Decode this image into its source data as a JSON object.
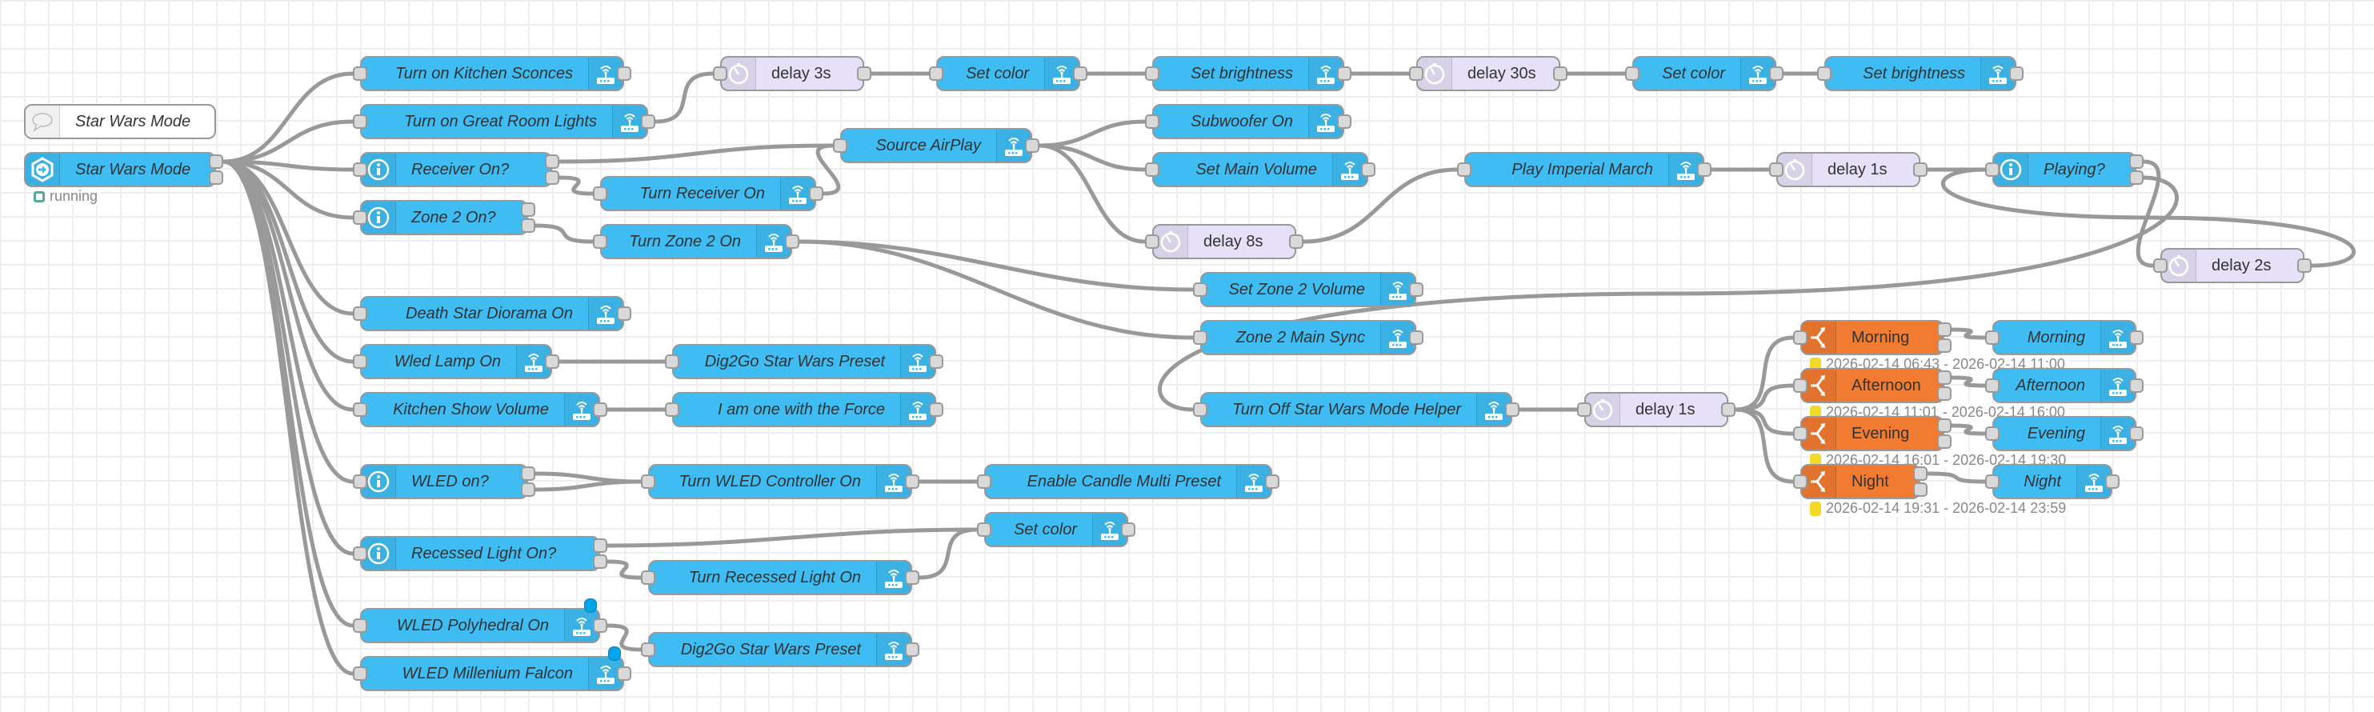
{
  "flow": {
    "colors": {
      "service_node": "#3fbcf2",
      "delay_node": "#e6e0f8",
      "switch_node": "#f07b31",
      "wire": "#999999",
      "status_running": "#5a9",
      "status_time": "#f3d92a",
      "changed_badge": "#00a7e8"
    },
    "nodes": [
      {
        "id": "comment",
        "type": "comment",
        "label": "Star Wars Mode",
        "icon": "comment-icon"
      },
      {
        "id": "entry",
        "type": "entry",
        "label": "Star Wars Mode",
        "icon": "entry-hexagon-icon",
        "outputs": 2,
        "status": {
          "shape": "ring",
          "color": "green",
          "text": "running"
        }
      },
      {
        "id": "kitchen_sconces",
        "type": "service",
        "label": "Turn on Kitchen Sconces",
        "icon": "router-icon"
      },
      {
        "id": "great_room",
        "type": "service",
        "label": "Turn on Great Room Lights",
        "icon": "router-icon"
      },
      {
        "id": "delay3",
        "type": "delay",
        "label": "delay 3s",
        "icon": "timer-icon"
      },
      {
        "id": "setcolor1",
        "type": "service",
        "label": "Set color",
        "icon": "router-icon"
      },
      {
        "id": "setbright1",
        "type": "service",
        "label": "Set brightness",
        "icon": "router-icon"
      },
      {
        "id": "delay30",
        "type": "delay",
        "label": "delay 30s",
        "icon": "timer-icon"
      },
      {
        "id": "setcolor2",
        "type": "service",
        "label": "Set color",
        "icon": "router-icon"
      },
      {
        "id": "setbright2",
        "type": "service",
        "label": "Set brightness",
        "icon": "router-icon"
      },
      {
        "id": "receiver_on",
        "type": "state",
        "label": "Receiver On?",
        "icon": "info-icon",
        "outputs": 2
      },
      {
        "id": "turn_receiver_on",
        "type": "service",
        "label": "Turn Receiver On",
        "icon": "router-icon"
      },
      {
        "id": "source_airplay",
        "type": "service",
        "label": "Source AirPlay",
        "icon": "router-icon"
      },
      {
        "id": "subwoofer",
        "type": "service",
        "label": "Subwoofer On",
        "icon": "router-icon"
      },
      {
        "id": "main_volume",
        "type": "service",
        "label": "Set Main Volume",
        "icon": "router-icon"
      },
      {
        "id": "delay8",
        "type": "delay",
        "label": "delay 8s",
        "icon": "timer-icon"
      },
      {
        "id": "imperial",
        "type": "service",
        "label": "Play Imperial March",
        "icon": "router-icon"
      },
      {
        "id": "delay1a",
        "type": "delay",
        "label": "delay 1s",
        "icon": "timer-icon"
      },
      {
        "id": "playing",
        "type": "state",
        "label": "Playing?",
        "icon": "info-icon",
        "outputs": 2
      },
      {
        "id": "delay2",
        "type": "delay",
        "label": "delay 2s",
        "icon": "timer-icon"
      },
      {
        "id": "zone2_on",
        "type": "state",
        "label": "Zone 2 On?",
        "icon": "info-icon",
        "outputs": 2
      },
      {
        "id": "turn_zone2",
        "type": "service",
        "label": "Turn Zone 2 On",
        "icon": "router-icon"
      },
      {
        "id": "zone2_volume",
        "type": "service",
        "label": "Set Zone 2 Volume",
        "icon": "router-icon"
      },
      {
        "id": "zone2_sync",
        "type": "service",
        "label": "Zone 2 Main Sync",
        "icon": "router-icon"
      },
      {
        "id": "death_star",
        "type": "service",
        "label": "Death Star Diorama On",
        "icon": "router-icon"
      },
      {
        "id": "wled_lamp",
        "type": "service",
        "label": "Wled Lamp On",
        "icon": "router-icon"
      },
      {
        "id": "dig2go1",
        "type": "service",
        "label": "Dig2Go Star Wars Preset",
        "icon": "router-icon"
      },
      {
        "id": "kitchen_show",
        "type": "service",
        "label": "Kitchen Show Volume",
        "icon": "router-icon"
      },
      {
        "id": "force",
        "type": "service",
        "label": "I am one with the Force",
        "icon": "router-icon"
      },
      {
        "id": "turn_off_helper",
        "type": "service",
        "label": "Turn Off Star Wars Mode Helper",
        "icon": "router-icon"
      },
      {
        "id": "delay1b",
        "type": "delay",
        "label": "delay 1s",
        "icon": "timer-icon"
      },
      {
        "id": "sw_morning",
        "type": "switch",
        "label": "Morning",
        "icon": "switch-icon",
        "outputs": 2,
        "status": {
          "shape": "dot",
          "color": "yellow",
          "text": "2026-02-14 06:43 - 2026-02-14 11:00"
        }
      },
      {
        "id": "sw_afternoon",
        "type": "switch",
        "label": "Afternoon",
        "icon": "switch-icon",
        "outputs": 2,
        "status": {
          "shape": "dot",
          "color": "yellow",
          "text": "2026-02-14 11:01 - 2026-02-14 16:00"
        }
      },
      {
        "id": "sw_evening",
        "type": "switch",
        "label": "Evening",
        "icon": "switch-icon",
        "outputs": 2,
        "status": {
          "shape": "dot",
          "color": "yellow",
          "text": "2026-02-14 16:01 - 2026-02-14 19:30"
        }
      },
      {
        "id": "sw_night",
        "type": "switch",
        "label": "Night",
        "icon": "switch-icon",
        "outputs": 2,
        "status": {
          "shape": "dot",
          "color": "yellow",
          "text": "2026-02-14 19:31 - 2026-02-14 23:59"
        }
      },
      {
        "id": "out_morning",
        "type": "service",
        "label": "Morning",
        "icon": "router-icon"
      },
      {
        "id": "out_afternoon",
        "type": "service",
        "label": "Afternoon",
        "icon": "router-icon"
      },
      {
        "id": "out_evening",
        "type": "service",
        "label": "Evening",
        "icon": "router-icon"
      },
      {
        "id": "out_night",
        "type": "service",
        "label": "Night",
        "icon": "router-icon"
      },
      {
        "id": "wled_on",
        "type": "state",
        "label": "WLED on?",
        "icon": "info-icon",
        "outputs": 2
      },
      {
        "id": "turn_wled_ctrl",
        "type": "service",
        "label": "Turn WLED Controller On",
        "icon": "router-icon"
      },
      {
        "id": "candle",
        "type": "service",
        "label": "Enable Candle Multi Preset",
        "icon": "router-icon"
      },
      {
        "id": "recessed_on",
        "type": "state",
        "label": "Recessed Light On?",
        "icon": "info-icon",
        "outputs": 2
      },
      {
        "id": "setcolor3",
        "type": "service",
        "label": "Set color",
        "icon": "router-icon"
      },
      {
        "id": "turn_recessed",
        "type": "service",
        "label": "Turn Recessed Light On",
        "icon": "router-icon"
      },
      {
        "id": "wled_poly",
        "type": "service",
        "label": "WLED Polyhedral On",
        "icon": "router-icon",
        "changed": true
      },
      {
        "id": "dig2go2",
        "type": "service",
        "label": "Dig2Go Star Wars Preset",
        "icon": "router-icon"
      },
      {
        "id": "wled_falcon",
        "type": "service",
        "label": "WLED Millenium Falcon",
        "icon": "router-icon",
        "changed": true
      }
    ],
    "wires": [
      [
        "entry",
        0,
        "kitchen_sconces"
      ],
      [
        "entry",
        0,
        "great_room"
      ],
      [
        "entry",
        0,
        "receiver_on"
      ],
      [
        "entry",
        0,
        "zone2_on"
      ],
      [
        "entry",
        0,
        "death_star"
      ],
      [
        "entry",
        0,
        "wled_lamp"
      ],
      [
        "entry",
        0,
        "kitchen_show"
      ],
      [
        "entry",
        0,
        "wled_on"
      ],
      [
        "entry",
        0,
        "recessed_on"
      ],
      [
        "entry",
        0,
        "wled_poly"
      ],
      [
        "entry",
        0,
        "wled_falcon"
      ],
      [
        "great_room",
        0,
        "delay3"
      ],
      [
        "delay3",
        0,
        "setcolor1"
      ],
      [
        "setcolor1",
        0,
        "setbright1"
      ],
      [
        "setbright1",
        0,
        "delay30"
      ],
      [
        "delay30",
        0,
        "setcolor2"
      ],
      [
        "setcolor2",
        0,
        "setbright2"
      ],
      [
        "receiver_on",
        0,
        "source_airplay"
      ],
      [
        "receiver_on",
        1,
        "turn_receiver_on"
      ],
      [
        "turn_receiver_on",
        0,
        "source_airplay"
      ],
      [
        "source_airplay",
        0,
        "subwoofer"
      ],
      [
        "source_airplay",
        0,
        "main_volume"
      ],
      [
        "source_airplay",
        0,
        "delay8"
      ],
      [
        "delay8",
        0,
        "imperial"
      ],
      [
        "imperial",
        0,
        "delay1a"
      ],
      [
        "delay1a",
        0,
        "playing"
      ],
      [
        "playing",
        0,
        "delay2"
      ],
      [
        "delay2",
        0,
        "playing"
      ],
      [
        "playing",
        1,
        "turn_off_helper"
      ],
      [
        "zone2_on",
        1,
        "turn_zone2"
      ],
      [
        "turn_zone2",
        0,
        "zone2_volume"
      ],
      [
        "turn_zone2",
        0,
        "zone2_sync"
      ],
      [
        "wled_lamp",
        0,
        "dig2go1"
      ],
      [
        "kitchen_show",
        0,
        "force"
      ],
      [
        "turn_off_helper",
        0,
        "delay1b"
      ],
      [
        "delay1b",
        0,
        "sw_morning"
      ],
      [
        "delay1b",
        0,
        "sw_afternoon"
      ],
      [
        "delay1b",
        0,
        "sw_evening"
      ],
      [
        "delay1b",
        0,
        "sw_night"
      ],
      [
        "sw_morning",
        0,
        "out_morning"
      ],
      [
        "sw_afternoon",
        0,
        "out_afternoon"
      ],
      [
        "sw_evening",
        0,
        "out_evening"
      ],
      [
        "sw_night",
        0,
        "out_night"
      ],
      [
        "wled_on",
        0,
        "turn_wled_ctrl"
      ],
      [
        "wled_on",
        1,
        "turn_wled_ctrl"
      ],
      [
        "turn_wled_ctrl",
        0,
        "candle"
      ],
      [
        "recessed_on",
        0,
        "setcolor3"
      ],
      [
        "recessed_on",
        1,
        "turn_recessed"
      ],
      [
        "turn_recessed",
        0,
        "setcolor3"
      ],
      [
        "wled_poly",
        0,
        "dig2go2"
      ]
    ]
  }
}
